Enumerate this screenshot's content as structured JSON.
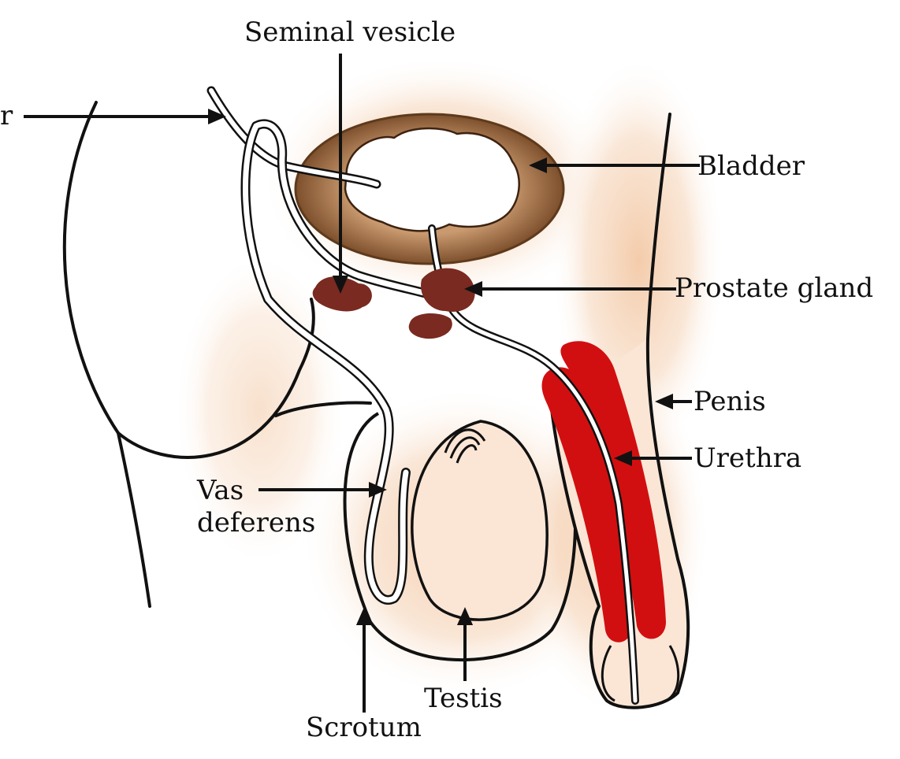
{
  "labels": {
    "ureter": "r",
    "seminal_vesicle": "Seminal vesicle",
    "bladder": "Bladder",
    "prostate_gland": "Prostate gland",
    "penis": "Penis",
    "urethra": "Urethra",
    "vas_deferens_line1": "Vas",
    "vas_deferens_line2": "deferens",
    "testis": "Testis",
    "scrotum": "Scrotum"
  },
  "colors": {
    "outline": "#111111",
    "skin_glow": "#f3c9a6",
    "bladder_wall": "#8a5a35",
    "gland": "#7a2a20",
    "erectile_tissue": "#d10f10",
    "duct_fill": "#ffffff"
  }
}
